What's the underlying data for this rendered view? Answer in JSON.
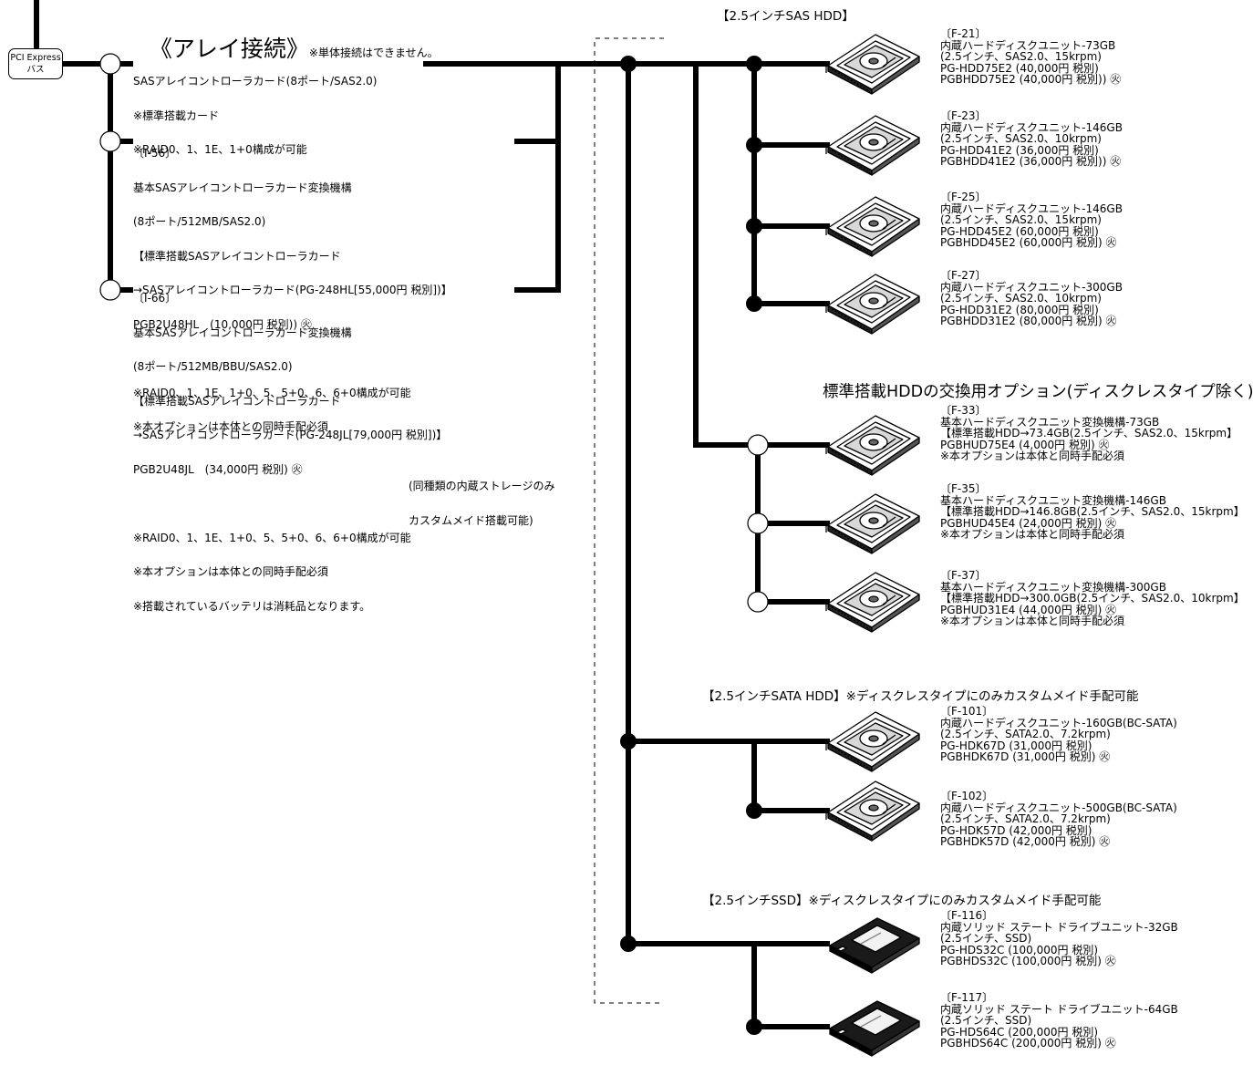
{
  "title": {
    "main": "《アレイ接続》",
    "sub": "※単体接続はできません。"
  },
  "pci_bus": {
    "line1": "PCI Express",
    "line2": "バス"
  },
  "controllers": [
    {
      "lines": [
        "SASアレイコントローラカード(8ポート/SAS2.0)",
        "※標準搭載カード",
        "※RAID0、1、1E、1+0構成が可能"
      ]
    },
    {
      "lines": [
        "〔I-56〕",
        "基本SASアレイコントローラカード変換機構",
        "(8ポート/512MB/SAS2.0)",
        "【標準搭載SASアレイコントローラカード",
        "→SASアレイコントローラカード(PG-248HL[55,000円 税別])】",
        "PGB2U48HL　(10,000円 税別)) ㊋",
        "",
        "※RAID0、1、1E、1+0、5、5+0、6、6+0構成が可能",
        "※本オプションは本体との同時手配必須"
      ]
    },
    {
      "lines": [
        "〔I-66〕",
        "基本SASアレイコントローラカード変換機構",
        "(8ポート/512MB/BBU/SAS2.0)",
        "【標準搭載SASアレイコントローラカード",
        "→SASアレイコントローラカード(PG-248JL[79,000円 税別])】",
        "PGB2U48JL　(34,000円 税別) ㊋",
        "",
        "※RAID0、1、1E、1+0、5、5+0、6、6+0構成が可能",
        "※本オプションは本体との同時手配必須",
        "※搭載されているバッテリは消耗品となります。"
      ]
    }
  ],
  "storage_note": {
    "lines": [
      "(同種類の内蔵ストレージのみ",
      "カスタムメイド搭載可能)"
    ]
  },
  "section_headers": {
    "sas": "【2.5インチSAS HDD】",
    "std_swap": "標準搭載HDDの交換用オプション(ディスクレスタイプ除く)",
    "sata": "【2.5インチSATA HDD】※ディスクレスタイプにのみカスタムメイド手配可能",
    "ssd": "【2.5インチSSD】※ディスクレスタイプにのみカスタムメイド手配可能"
  },
  "products": [
    {
      "kind": "hdd",
      "lines": [
        "〔F-21〕",
        "内蔵ハードディスクユニット-73GB",
        "(2.5インチ、SAS2.0、15krpm)",
        "PG-HDD75E2 (40,000円 税別)",
        "PGBHDD75E2 (40,000円 税別)) ㊋"
      ]
    },
    {
      "kind": "hdd",
      "lines": [
        "〔F-23〕",
        "内蔵ハードディスクユニット-146GB",
        "(2.5インチ、SAS2.0、10krpm)",
        "PG-HDD41E2 (36,000円 税別)",
        "PGBHDD41E2 (36,000円 税別)) ㊋"
      ]
    },
    {
      "kind": "hdd",
      "lines": [
        "〔F-25〕",
        "内蔵ハードディスクユニット-146GB",
        "(2.5インチ、SAS2.0、15krpm)",
        "PG-HDD45E2 (60,000円 税別)",
        "PGBHDD45E2 (60,000円 税別) ㊋"
      ]
    },
    {
      "kind": "hdd",
      "lines": [
        "〔F-27〕",
        "内蔵ハードディスクユニット-300GB",
        "(2.5インチ、SAS2.0、10krpm)",
        "PG-HDD31E2 (80,000円 税別)",
        "PGBHDD31E2 (80,000円 税別) ㊋"
      ]
    },
    {
      "kind": "hdd",
      "lines": [
        "〔F-33〕",
        "基本ハードディスクユニット変換機構-73GB",
        "【標準搭載HDD→73.4GB(2.5インチ、SAS2.0、15krpm】",
        "PGBHUD75E4 (4,000円 税別) ㊋",
        "※本オプションは本体と同時手配必須"
      ]
    },
    {
      "kind": "hdd",
      "lines": [
        "〔F-35〕",
        "基本ハードディスクユニット変換機構-146GB",
        "【標準搭載HDD→146.8GB(2.5インチ、SAS2.0、15krpm】",
        "PGBHUD45E4 (24,000円 税別) ㊋",
        "※本オプションは本体と同時手配必須"
      ]
    },
    {
      "kind": "hdd",
      "lines": [
        "〔F-37〕",
        "基本ハードディスクユニット変換機構-300GB",
        "【標準搭載HDD→300.0GB(2.5インチ、SAS2.0、10krpm】",
        "PGBHUD31E4 (44,000円 税別) ㊋",
        "※本オプションは本体と同時手配必須"
      ]
    },
    {
      "kind": "hdd",
      "lines": [
        "〔F-101〕",
        "内蔵ハードディスクユニット-160GB(BC-SATA)",
        "(2.5インチ、SATA2.0、7.2krpm)",
        "PG-HDK67D (31,000円 税別)",
        "PGBHDK67D (31,000円 税別) ㊋"
      ]
    },
    {
      "kind": "hdd",
      "lines": [
        "〔F-102〕",
        "内蔵ハードディスクユニット-500GB(BC-SATA)",
        "(2.5インチ、SATA2.0、7.2krpm)",
        "PG-HDK57D (42,000円 税別)",
        "PGBHDK57D (42,000円 税別) ㊋"
      ]
    },
    {
      "kind": "ssd",
      "lines": [
        "〔F-116〕",
        "内蔵ソリッド ステート ドライブユニット-32GB",
        "(2.5インチ、SSD)",
        "PG-HDS32C (100,000円 税別)",
        "PGBHDS32C (100,000円 税別) ㊋"
      ]
    },
    {
      "kind": "ssd",
      "lines": [
        "〔F-117〕",
        "内蔵ソリッド ステート ドライブユニット-64GB",
        "(2.5インチ、SSD)",
        "PG-HDS64C (200,000円 税別)",
        "PGBHDS64C (200,000円 税別) ㊋"
      ]
    }
  ]
}
